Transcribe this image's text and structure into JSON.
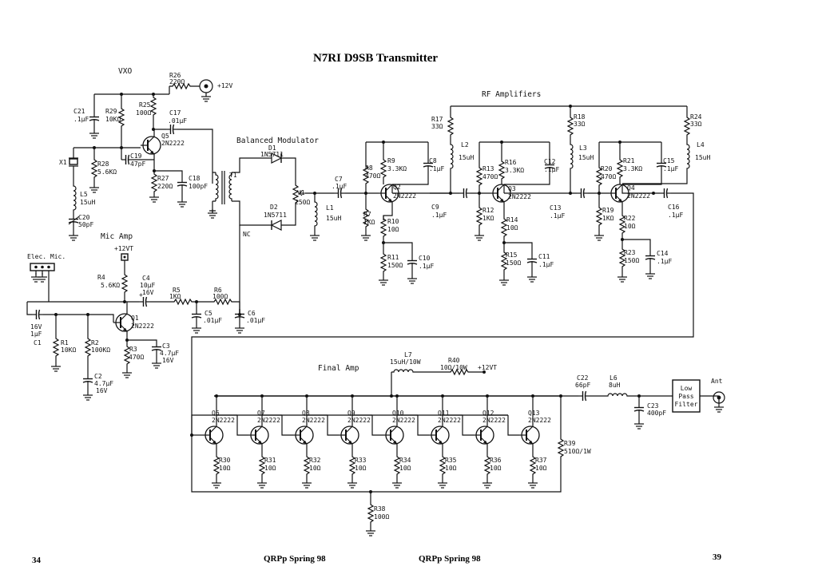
{
  "title": "N7RI D9SB Transmitter",
  "footer": {
    "page_left": "34",
    "pub_left": "QRPp Spring 98",
    "pub_right": "QRPp Spring 98",
    "page_right": "39"
  },
  "sections": {
    "vxo": "VXO",
    "balanced_modulator": "Balanced Modulator",
    "rf_amplifiers": "RF Amplifiers",
    "mic_amp": "Mic Amp",
    "final_amp": "Final Amp"
  },
  "supply": {
    "plus12": "+12V",
    "plus12vt_mic": "+12VT",
    "plus12vt_final": "+12VT"
  },
  "vxo": {
    "r26": [
      "R26",
      "220Ω"
    ],
    "c21": [
      "C21",
      ".1µF"
    ],
    "r29": [
      "R29",
      "10KΩ"
    ],
    "r25": [
      "R25",
      "100Ω"
    ],
    "c17": [
      "C17",
      ".01µF"
    ],
    "q5": [
      "Q5",
      "2N2222"
    ],
    "x1": "X1",
    "r28": [
      "R28",
      "5.6KΩ"
    ],
    "c19": [
      "C19",
      "47pF"
    ],
    "r27": [
      "R27",
      "220Ω"
    ],
    "c18": [
      "C18",
      "100pF"
    ],
    "l5": [
      "L5",
      "15uH"
    ],
    "c20": [
      "C20",
      "50pF"
    ]
  },
  "modulator": {
    "d1": [
      "D1",
      "1N5711"
    ],
    "d2": [
      "D2",
      "1N5711"
    ],
    "t1": "T1",
    "nc": "NC",
    "v1": [
      "V1",
      "250Ω"
    ],
    "c7": [
      "C7",
      ".1µF"
    ],
    "l1": [
      "L1",
      "15uH"
    ]
  },
  "rf_amp": {
    "r17": [
      "R17",
      "33Ω"
    ],
    "r18": [
      "R18",
      "33Ω"
    ],
    "r24": [
      "R24",
      "33Ω"
    ],
    "l2": [
      "L2",
      "15uH"
    ],
    "l3": [
      "L3",
      "15uH"
    ],
    "l4": [
      "L4",
      "15uH"
    ],
    "r8": [
      "R8",
      "470Ω"
    ],
    "r9": [
      "R9",
      "3.3KΩ"
    ],
    "c8": [
      "C8",
      ".1µF"
    ],
    "q2": [
      "Q2",
      "2N2222"
    ],
    "r7": [
      "R7",
      "1KΩ"
    ],
    "r10": [
      "R10",
      "10Ω"
    ],
    "r11": [
      "R11",
      "150Ω"
    ],
    "c10": [
      "C10",
      ".1µF"
    ],
    "c9": [
      "C9",
      ".1µF"
    ],
    "r13": [
      "R13",
      "470Ω"
    ],
    "r16": [
      "R16",
      "3.3KΩ"
    ],
    "c12": [
      "C12",
      ".1µF"
    ],
    "q3": [
      "Q3",
      "2N2222"
    ],
    "r12": [
      "R12",
      "1KΩ"
    ],
    "r14": [
      "R14",
      "10Ω"
    ],
    "r15": [
      "R15",
      "150Ω"
    ],
    "c11": [
      "C11",
      ".1µF"
    ],
    "c13": [
      "C13",
      ".1µF"
    ],
    "r20": [
      "R20",
      "470Ω"
    ],
    "r21": [
      "R21",
      "3.3KΩ"
    ],
    "c15": [
      "C15",
      ".1µF"
    ],
    "q4": [
      "Q4",
      "2N2222"
    ],
    "r19": [
      "R19",
      "1KΩ"
    ],
    "r22": [
      "R22",
      "10Ω"
    ],
    "r23": [
      "R23",
      "150Ω"
    ],
    "c14": [
      "C14",
      ".1µF"
    ],
    "c16": [
      "C16",
      ".1µF"
    ]
  },
  "mic_amp": {
    "elec_mic": "Elec. Mic.",
    "r4": [
      "R4",
      "5.6KΩ"
    ],
    "c4": [
      "C4",
      "10µF",
      "16V"
    ],
    "r5": [
      "R5",
      "1KΩ"
    ],
    "r6": [
      "R6",
      "100Ω"
    ],
    "c5": [
      "C5",
      ".01µF"
    ],
    "c6": [
      "C6",
      ".01µF"
    ],
    "c1": [
      "16V",
      "1µF",
      "C1"
    ],
    "r1": [
      "R1",
      "10KΩ"
    ],
    "r2": [
      "R2",
      "100KΩ"
    ],
    "q1": [
      "Q1",
      "2N2222"
    ],
    "r3": [
      "R3",
      "470Ω"
    ],
    "c3": [
      "C3",
      "4.7µF",
      "16V"
    ],
    "c2": [
      "C2",
      "4.7µF",
      "16V"
    ]
  },
  "final_amp": {
    "l7": [
      "L7",
      "15uH/10W"
    ],
    "r40": [
      "R40",
      "10Ω/10W"
    ],
    "c22": [
      "C22",
      "66pF"
    ],
    "l6": [
      "L6",
      "8uH"
    ],
    "c23": [
      "C23",
      "400pF"
    ],
    "lpf": [
      "Low",
      "Pass",
      "Filter"
    ],
    "ant": "Ant",
    "r39": [
      "R39",
      "510Ω/1W"
    ],
    "r38": [
      "R38",
      "100Ω"
    ],
    "stages": [
      {
        "q": "Q6",
        "type": "2N2222",
        "r": "R30",
        "rv": "10Ω"
      },
      {
        "q": "Q7",
        "type": "2N2222",
        "r": "R31",
        "rv": "10Ω"
      },
      {
        "q": "Q8",
        "type": "2N2222",
        "r": "R32",
        "rv": "10Ω"
      },
      {
        "q": "Q9",
        "type": "2N2222",
        "r": "R33",
        "rv": "10Ω"
      },
      {
        "q": "Q10",
        "type": "2N2222",
        "r": "R34",
        "rv": "10Ω"
      },
      {
        "q": "Q11",
        "type": "2N2222",
        "r": "R35",
        "rv": "10Ω"
      },
      {
        "q": "Q12",
        "type": "2N2222",
        "r": "R36",
        "rv": "10Ω"
      },
      {
        "q": "Q13",
        "type": "2N2222",
        "r": "R37",
        "rv": "10Ω"
      }
    ]
  }
}
